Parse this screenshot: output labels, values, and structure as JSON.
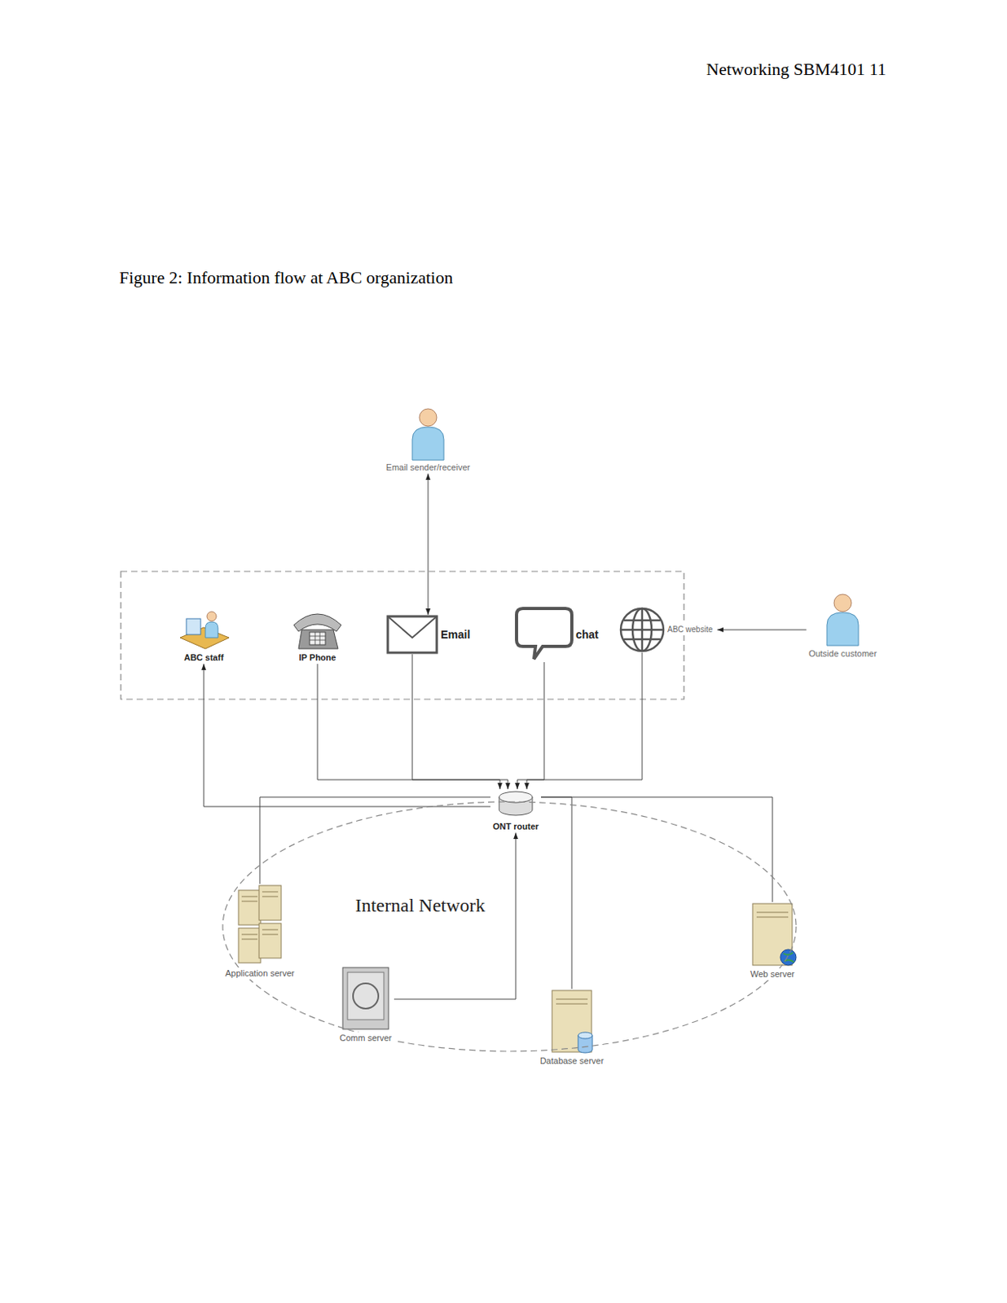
{
  "diagram": {
    "caption": "Figure 2: Information flow at ABC organization",
    "nodes": [
      {
        "text": [
          "Email sender/receiver"
        ]
      },
      {
        "text": [
          "ABC staff"
        ]
      },
      {
        "text": [
          "IP Phone"
        ]
      },
      {
        "text": [
          "Email"
        ]
      },
      {
        "text": [
          "chat"
        ]
      },
      {
        "text": [
          "ABC website"
        ]
      },
      {
        "text": [
          "Outside customer"
        ]
      },
      {
        "text": [
          "Internal Network"
        ]
      },
      {
        "text": [
          "ONT router"
        ],
        "in": 7
      },
      {
        "text": [
          "Application server"
        ],
        "in": 7
      },
      {
        "text": [
          "Comm server"
        ],
        "in": 7
      },
      {
        "text": [
          "Database server"
        ],
        "in": 7
      },
      {
        "text": [
          "Web server"
        ],
        "in": 7
      }
    ],
    "edges": [
      {
        "from": 0,
        "to": 3,
        "arrow": "both"
      },
      {
        "from": 6,
        "to": 5,
        "arrow": "to"
      },
      {
        "from": 2,
        "to": 8,
        "arrow": "to"
      },
      {
        "from": 3,
        "to": 8,
        "arrow": "to"
      },
      {
        "from": 4,
        "to": 8,
        "arrow": "to"
      },
      {
        "from": 5,
        "to": 8,
        "arrow": "to"
      },
      {
        "from": 8,
        "to": 1,
        "arrow": "to"
      },
      {
        "from": 9,
        "to": 8,
        "arrow": "none"
      },
      {
        "from": 11,
        "to": 8,
        "arrow": "none"
      },
      {
        "from": 12,
        "to": 8,
        "arrow": "none"
      },
      {
        "from": 10,
        "to": 8,
        "arrow": "to"
      }
    ],
    "labels": [
      "Networking SBM4101 11"
    ]
  }
}
